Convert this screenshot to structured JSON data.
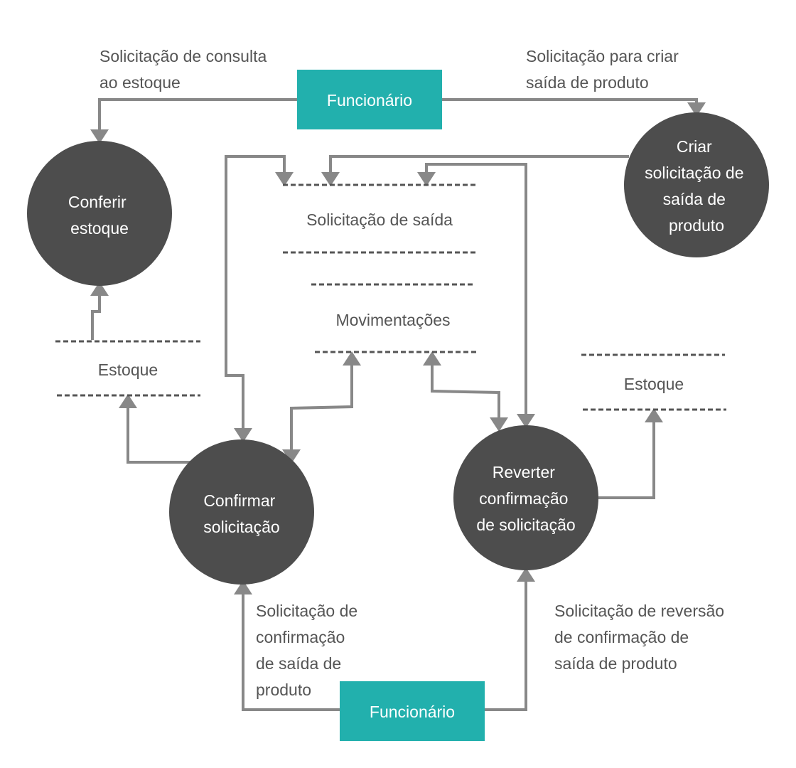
{
  "colors": {
    "process_fill": "#4d4d4d",
    "entity_fill": "#22b0ad",
    "flow_stroke": "#888888",
    "store_line": "#555555",
    "text_dark": "#555555",
    "text_light": "#ffffff"
  },
  "entities": {
    "top": "Funcionário",
    "bottom": "Funcionário"
  },
  "processes": {
    "conferir_estoque": [
      "Conferir",
      "estoque"
    ],
    "criar_solicitacao": [
      "Criar",
      "solicitação de",
      "saída de",
      "produto"
    ],
    "confirmar_solicitacao": [
      "Confirmar",
      "solicitação"
    ],
    "reverter_confirmacao": [
      "Reverter",
      "confirmação",
      "de solicitação"
    ]
  },
  "data_stores": {
    "solicitacao_saida": "Solicitação de saída",
    "movimentacoes": "Movimentações",
    "estoque_left": "Estoque",
    "estoque_right": "Estoque"
  },
  "flow_labels": {
    "consulta_estoque": [
      "Solicitação de consulta",
      "ao estoque"
    ],
    "criar_saida": [
      "Solicitação para criar",
      "saída de produto"
    ],
    "confirmacao_saida": [
      "Solicitação de",
      "confirmação",
      "de saída de",
      "produto"
    ],
    "reversao_confirmacao": [
      "Solicitação de reversão",
      "de confirmação de",
      "saída de produto"
    ]
  }
}
